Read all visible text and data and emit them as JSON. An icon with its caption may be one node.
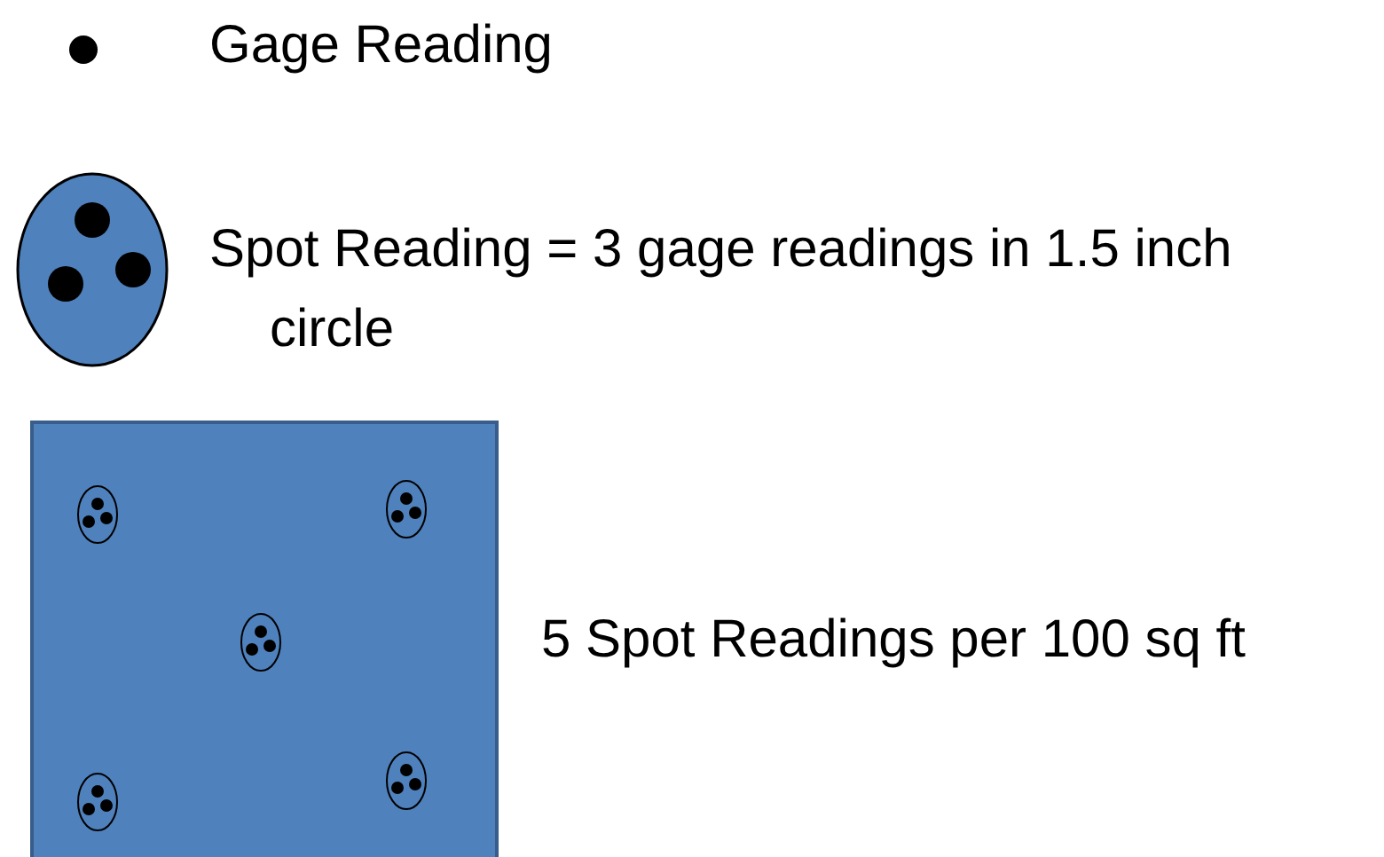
{
  "diagram": {
    "labels": [
      "Gage Reading",
      "Spot Reading = 3 gage readings in 1.5 inch circle",
      "5 Spot Readings per 100 sq ft"
    ]
  }
}
